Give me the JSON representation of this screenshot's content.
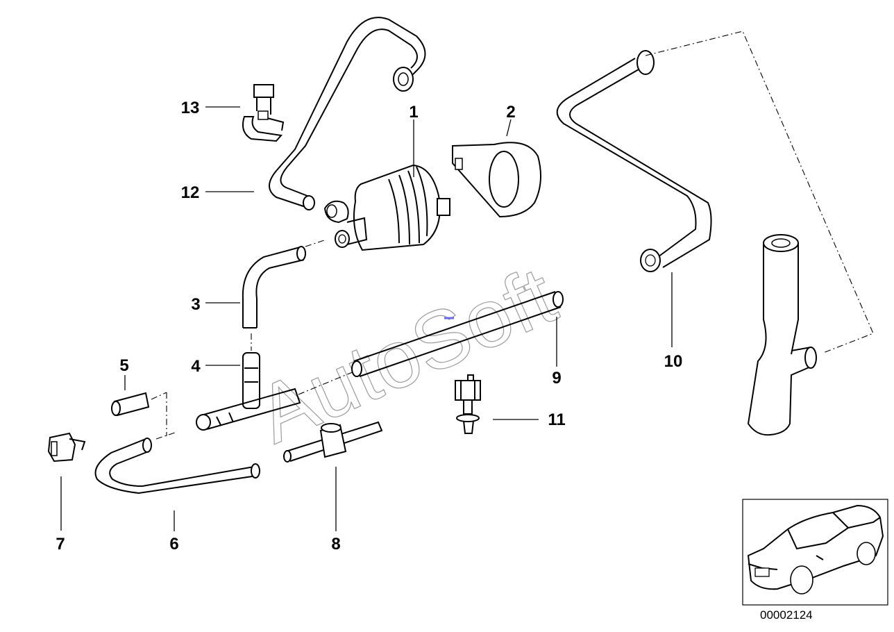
{
  "diagram": {
    "parts": [
      {
        "number": "1"
      },
      {
        "number": "2"
      },
      {
        "number": "3"
      },
      {
        "number": "4"
      },
      {
        "number": "5"
      },
      {
        "number": "6"
      },
      {
        "number": "7"
      },
      {
        "number": "8"
      },
      {
        "number": "9"
      },
      {
        "number": "10"
      },
      {
        "number": "11"
      },
      {
        "number": "12"
      },
      {
        "number": "13"
      }
    ],
    "watermark": "AutoSoft",
    "reference_number": "00002124"
  }
}
